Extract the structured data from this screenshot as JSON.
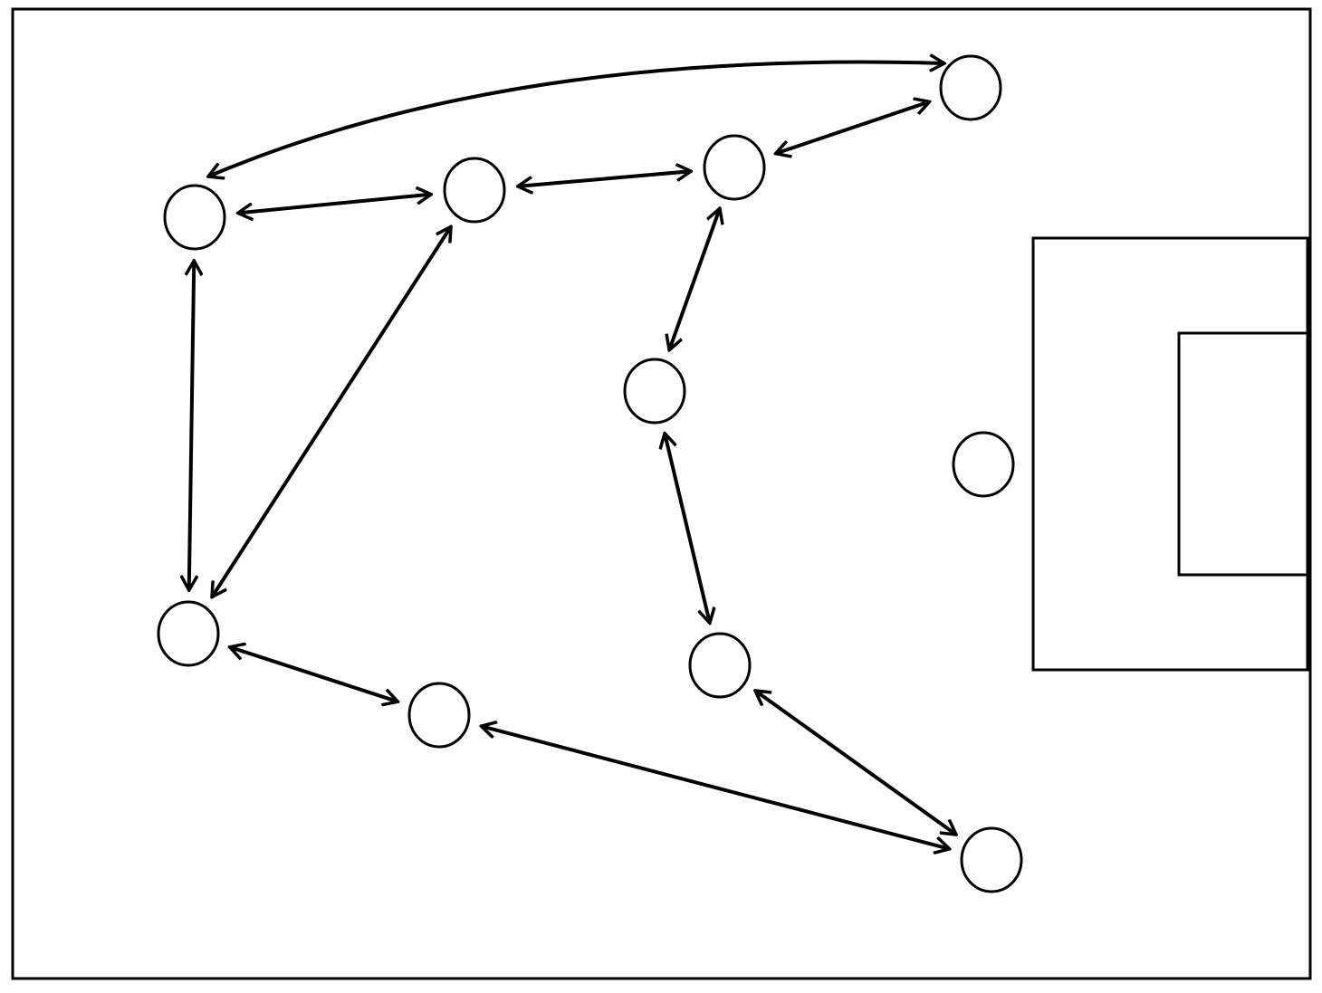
{
  "diagram": {
    "type": "passing-network",
    "line_color": "#000000",
    "background": "#ffffff",
    "players": [
      "p1",
      "p2",
      "p3",
      "p4",
      "p5",
      "p6",
      "p7",
      "p8",
      "p9",
      "p10"
    ],
    "passes": [
      {
        "from": "p1",
        "to": "p4",
        "curved": true
      },
      {
        "from": "p1",
        "to": "p2"
      },
      {
        "from": "p2",
        "to": "p3"
      },
      {
        "from": "p3",
        "to": "p4"
      },
      {
        "from": "p1",
        "to": "p7"
      },
      {
        "from": "p2",
        "to": "p7"
      },
      {
        "from": "p3",
        "to": "p5"
      },
      {
        "from": "p5",
        "to": "p9"
      },
      {
        "from": "p7",
        "to": "p8"
      },
      {
        "from": "p8",
        "to": "p10"
      },
      {
        "from": "p9",
        "to": "p10"
      }
    ]
  }
}
